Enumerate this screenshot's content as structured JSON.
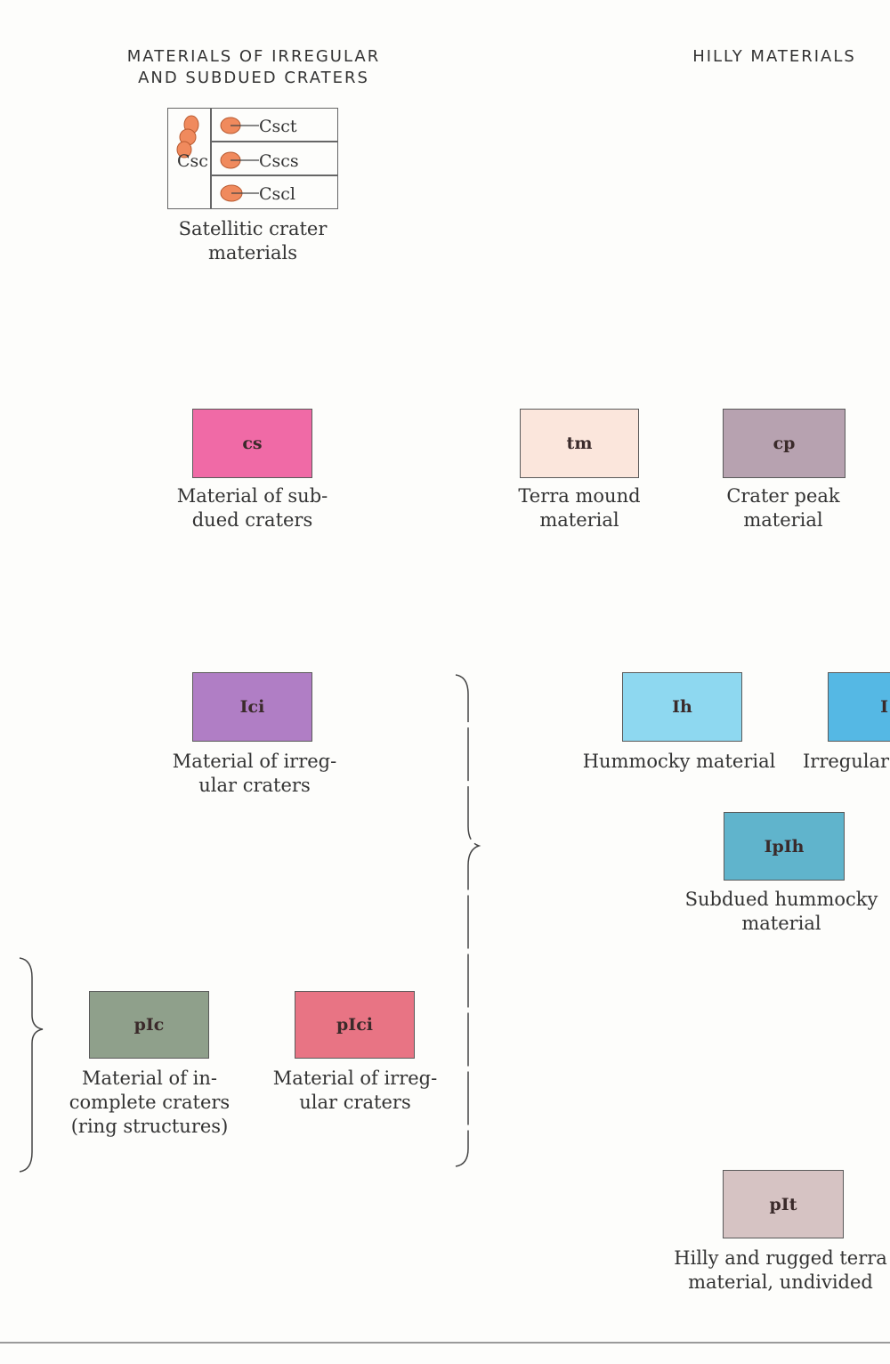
{
  "headings": {
    "left_line1": "MATERIALS OF IRREGULAR",
    "left_line2": "AND SUBDUED CRATERS",
    "right": "HILLY MATERIALS"
  },
  "satellitic": {
    "main_code": "Csc",
    "codes": [
      "Csct",
      "Cscs",
      "Cscl"
    ],
    "label_line1": "Satellitic crater",
    "label_line2": "materials",
    "symbol_color": "#f08a5d"
  },
  "units": [
    {
      "id": "cs",
      "code": "cs",
      "color": "#f06aa6",
      "label": [
        "Material of sub-",
        "dued craters"
      ]
    },
    {
      "id": "tm",
      "code": "tm",
      "color": "#fbe6dc",
      "label": [
        "Terra mound",
        "material"
      ]
    },
    {
      "id": "cp",
      "code": "cp",
      "color": "#b7a2b0",
      "label": [
        "Crater peak",
        "material"
      ]
    },
    {
      "id": "Ici",
      "code": "Ici",
      "color": "#b07ec5",
      "label": [
        "Material of irreg-",
        "ular craters"
      ]
    },
    {
      "id": "Ih",
      "code": "Ih",
      "color": "#8ed8f0",
      "label": [
        "Hummocky material"
      ]
    },
    {
      "id": "Ii",
      "code": "I",
      "color": "#55b8e4",
      "label": [
        "Irregular"
      ]
    },
    {
      "id": "IpIh",
      "code": "IpIh",
      "color": "#60b4cc",
      "label": [
        "Subdued hummocky",
        "material"
      ]
    },
    {
      "id": "pIc",
      "code": "pIc",
      "color": "#8fa08b",
      "label": [
        "Material of in-",
        "complete craters",
        "(ring structures)"
      ]
    },
    {
      "id": "pIci",
      "code": "pIci",
      "color": "#e87484",
      "label": [
        "Material of irreg-",
        "ular craters"
      ]
    },
    {
      "id": "pIt",
      "code": "pIt",
      "color": "#d6c3c3",
      "label": [
        "Hilly and rugged terra",
        "material, undivided"
      ]
    }
  ]
}
